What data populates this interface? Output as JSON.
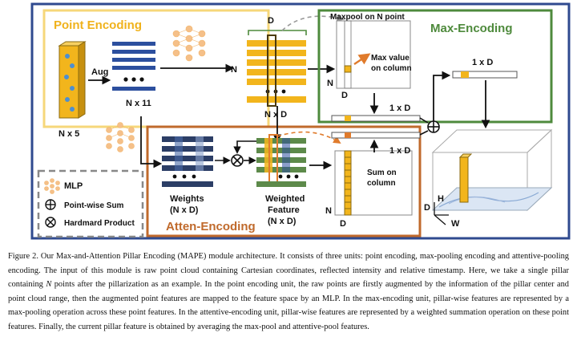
{
  "point_encoding": {
    "title": "Point Encoding",
    "aug_label": "Aug",
    "input_dim": "N x 5",
    "aug_dim": "N x 11",
    "feat_dim": "N x D",
    "d_label": "D",
    "n_label": "N"
  },
  "max_encoding": {
    "title": "Max-Encoding",
    "maxpool_label": "Maxpool  on N point",
    "max_value_line1": "Max value",
    "max_value_line2": "on column",
    "n_label": "N",
    "d_label": "D",
    "out_dim": "1 x D"
  },
  "atten_encoding": {
    "title": "Atten-Encoding",
    "weights_line1": "Weights",
    "weights_line2": "(N x D)",
    "weighted_line1": "Weighted",
    "weighted_line2": "Feature",
    "weighted_line3": "(N x D)",
    "sum_line1": "Sum on",
    "sum_line2": "column",
    "n_label": "N",
    "d_label": "D",
    "out_dim": "1 x D"
  },
  "fusion": {
    "out_dim": "1 x D",
    "d_axis": "D",
    "h_axis": "H",
    "w_axis": "W"
  },
  "legend": {
    "mlp": "MLP",
    "pointwise_sum": "Point-wise Sum",
    "hadamard": "Hardmard Product"
  },
  "caption": {
    "text_before_n": "Figure 2. Our Max-and-Attention Pillar Encoding (MAPE) module architecture. It consists of three units: point encoding, max-pooling encoding and attentive-pooling encoding. The input of this module is raw point cloud containing Cartesian coordinates, reflected intensity and relative timestamp. Here, we take a single pillar containing ",
    "n_symbol": "N",
    "text_after_n": " points after the pillarization as an example. In the point encoding unit, the raw points are firstly augmented by the information of the pillar center and point cloud range, then the augmented point features are mapped to the feature space by an MLP. In the max-encoding unit, pillar-wise features are represented by a max-pooling operation across these point features. In the attentive-encoding unit, pillar-wise features are represented by a weighted summation operation on these point features. Finally, the current pillar feature is obtained by averaging the max-pool and attentive-pool features."
  },
  "colors": {
    "outer_border": "#2f4a8f",
    "point_box": "#f6d77a",
    "max_box": "#4e8a3c",
    "atten_box": "#c06a2c",
    "feature_gold": "#f2b51c",
    "stripe_blue": "#2c4f9e",
    "orange_arrow": "#e07b2c"
  }
}
